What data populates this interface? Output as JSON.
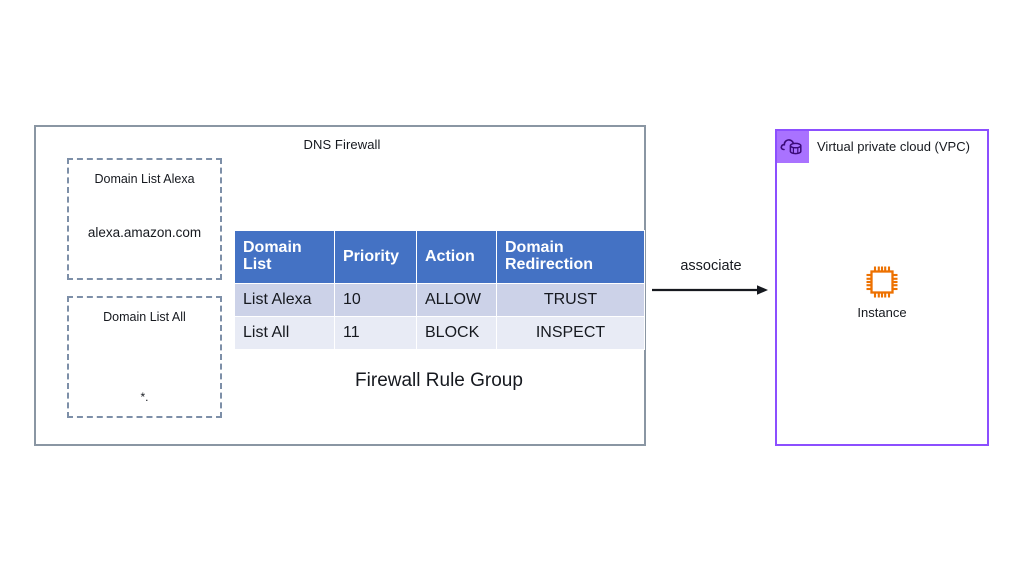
{
  "diagram": {
    "firewall": {
      "title": "DNS Firewall",
      "rule_group_label": "Firewall Rule Group",
      "border_color": "#8a96a3",
      "domain_lists": [
        {
          "title": "Domain List Alexa",
          "value": "alexa.amazon.com"
        },
        {
          "title": "Domain List All",
          "value": "*."
        }
      ],
      "table": {
        "header_color": "#4472c4",
        "row_colors": [
          "#ccd2e8",
          "#e8ebf5"
        ],
        "columns": [
          "Domain List",
          "Priority",
          "Action",
          "Domain Redirection"
        ],
        "rows": [
          {
            "domain_list": "List Alexa",
            "priority": "10",
            "action": "ALLOW",
            "redirection": "TRUST"
          },
          {
            "domain_list": "List All",
            "priority": "11",
            "action": "BLOCK",
            "redirection": "INSPECT"
          }
        ]
      }
    },
    "connector": {
      "label": "associate",
      "direction": "right"
    },
    "vpc": {
      "label": "Virtual private cloud (VPC)",
      "border_color": "#8c4fff",
      "icon_bg": "#a972ff",
      "icon_name": "vpc-cloud-icon",
      "instance": {
        "label": "Instance",
        "icon_name": "instance-chip-icon",
        "icon_color": "#ed7100"
      }
    }
  }
}
